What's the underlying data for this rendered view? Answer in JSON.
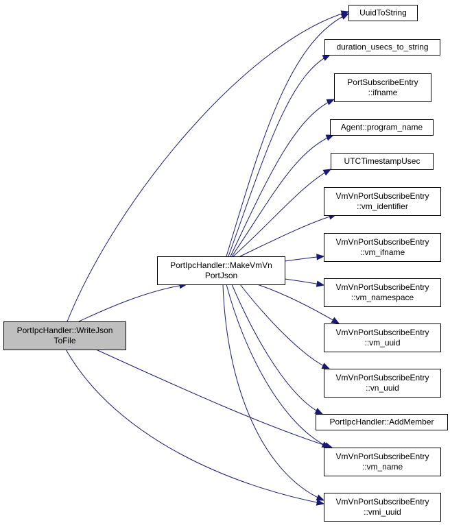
{
  "colors": {
    "node_fill": "#ffffff",
    "root_fill": "#bfbfbf",
    "edge": "#191970"
  },
  "nodes": {
    "write_json_to_file": {
      "lines": [
        "PortIpcHandler::WriteJson",
        "ToFile"
      ]
    },
    "make_vmvn_port_json": {
      "lines": [
        "PortIpcHandler::MakeVmVn",
        "PortJson"
      ]
    },
    "uuid_to_string": {
      "lines": [
        "UuidToString"
      ]
    },
    "duration_usecs_to_string": {
      "lines": [
        "duration_usecs_to_string"
      ]
    },
    "port_subscribe_entry_ifname": {
      "lines": [
        "PortSubscribeEntry",
        "::ifname"
      ]
    },
    "agent_program_name": {
      "lines": [
        "Agent::program_name"
      ]
    },
    "utc_timestamp_usec": {
      "lines": [
        "UTCTimestampUsec"
      ]
    },
    "vm_identifier": {
      "lines": [
        "VmVnPortSubscribeEntry",
        "::vm_identifier"
      ]
    },
    "vm_ifname": {
      "lines": [
        "VmVnPortSubscribeEntry",
        "::vm_ifname"
      ]
    },
    "vm_namespace": {
      "lines": [
        "VmVnPortSubscribeEntry",
        "::vm_namespace"
      ]
    },
    "vm_uuid": {
      "lines": [
        "VmVnPortSubscribeEntry",
        "::vm_uuid"
      ]
    },
    "vn_uuid": {
      "lines": [
        "VmVnPortSubscribeEntry",
        "::vn_uuid"
      ]
    },
    "add_member": {
      "lines": [
        "PortIpcHandler::AddMember"
      ]
    },
    "vm_name": {
      "lines": [
        "VmVnPortSubscribeEntry",
        "::vm_name"
      ]
    },
    "vmi_uuid": {
      "lines": [
        "VmVnPortSubscribeEntry",
        "::vmi_uuid"
      ]
    }
  },
  "edges": [
    {
      "from": "write_json_to_file",
      "to": "make_vmvn_port_json"
    },
    {
      "from": "write_json_to_file",
      "to": "uuid_to_string"
    },
    {
      "from": "write_json_to_file",
      "to": "vm_name"
    },
    {
      "from": "write_json_to_file",
      "to": "vmi_uuid"
    },
    {
      "from": "make_vmvn_port_json",
      "to": "uuid_to_string"
    },
    {
      "from": "make_vmvn_port_json",
      "to": "duration_usecs_to_string"
    },
    {
      "from": "make_vmvn_port_json",
      "to": "port_subscribe_entry_ifname"
    },
    {
      "from": "make_vmvn_port_json",
      "to": "agent_program_name"
    },
    {
      "from": "make_vmvn_port_json",
      "to": "utc_timestamp_usec"
    },
    {
      "from": "make_vmvn_port_json",
      "to": "vm_identifier"
    },
    {
      "from": "make_vmvn_port_json",
      "to": "vm_ifname"
    },
    {
      "from": "make_vmvn_port_json",
      "to": "vm_namespace"
    },
    {
      "from": "make_vmvn_port_json",
      "to": "vm_uuid"
    },
    {
      "from": "make_vmvn_port_json",
      "to": "vn_uuid"
    },
    {
      "from": "make_vmvn_port_json",
      "to": "add_member"
    },
    {
      "from": "make_vmvn_port_json",
      "to": "vm_name"
    },
    {
      "from": "make_vmvn_port_json",
      "to": "vmi_uuid"
    }
  ]
}
